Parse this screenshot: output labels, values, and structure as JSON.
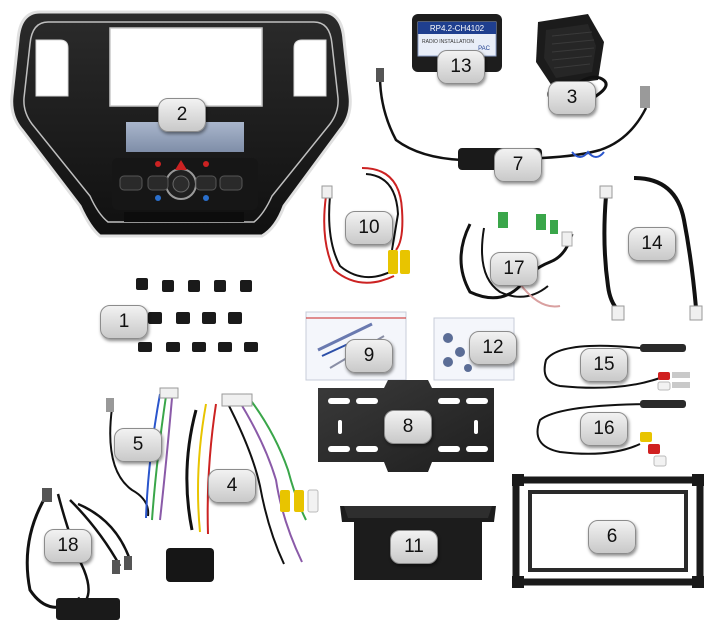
{
  "colors": {
    "background": "#ffffff",
    "callout_fill": "#dcdcdc",
    "bezel": "#1a1a1a",
    "chrome": "#d8d8d8",
    "screen_lcd": "#8f9fb8",
    "wire_red": "#cc2222",
    "wire_black": "#111111",
    "rca_yellow": "#e8c400",
    "rca_red": "#d02020",
    "rca_white": "#f2f2f2"
  },
  "module_label": {
    "part_number": "RP4.2-CH4102",
    "subtitle": "RADIO INSTALLATION",
    "brand": "PAC"
  },
  "callouts": [
    {
      "id": "part-1",
      "label": "1"
    },
    {
      "id": "part-2",
      "label": "2"
    },
    {
      "id": "part-3",
      "label": "3"
    },
    {
      "id": "part-4",
      "label": "4"
    },
    {
      "id": "part-5",
      "label": "5"
    },
    {
      "id": "part-6",
      "label": "6"
    },
    {
      "id": "part-7",
      "label": "7"
    },
    {
      "id": "part-8",
      "label": "8"
    },
    {
      "id": "part-9",
      "label": "9"
    },
    {
      "id": "part-10",
      "label": "10"
    },
    {
      "id": "part-11",
      "label": "11"
    },
    {
      "id": "part-12",
      "label": "12"
    },
    {
      "id": "part-13",
      "label": "13"
    },
    {
      "id": "part-14",
      "label": "14"
    },
    {
      "id": "part-15",
      "label": "15"
    },
    {
      "id": "part-16",
      "label": "16"
    },
    {
      "id": "part-17",
      "label": "17"
    },
    {
      "id": "part-18",
      "label": "18"
    }
  ]
}
